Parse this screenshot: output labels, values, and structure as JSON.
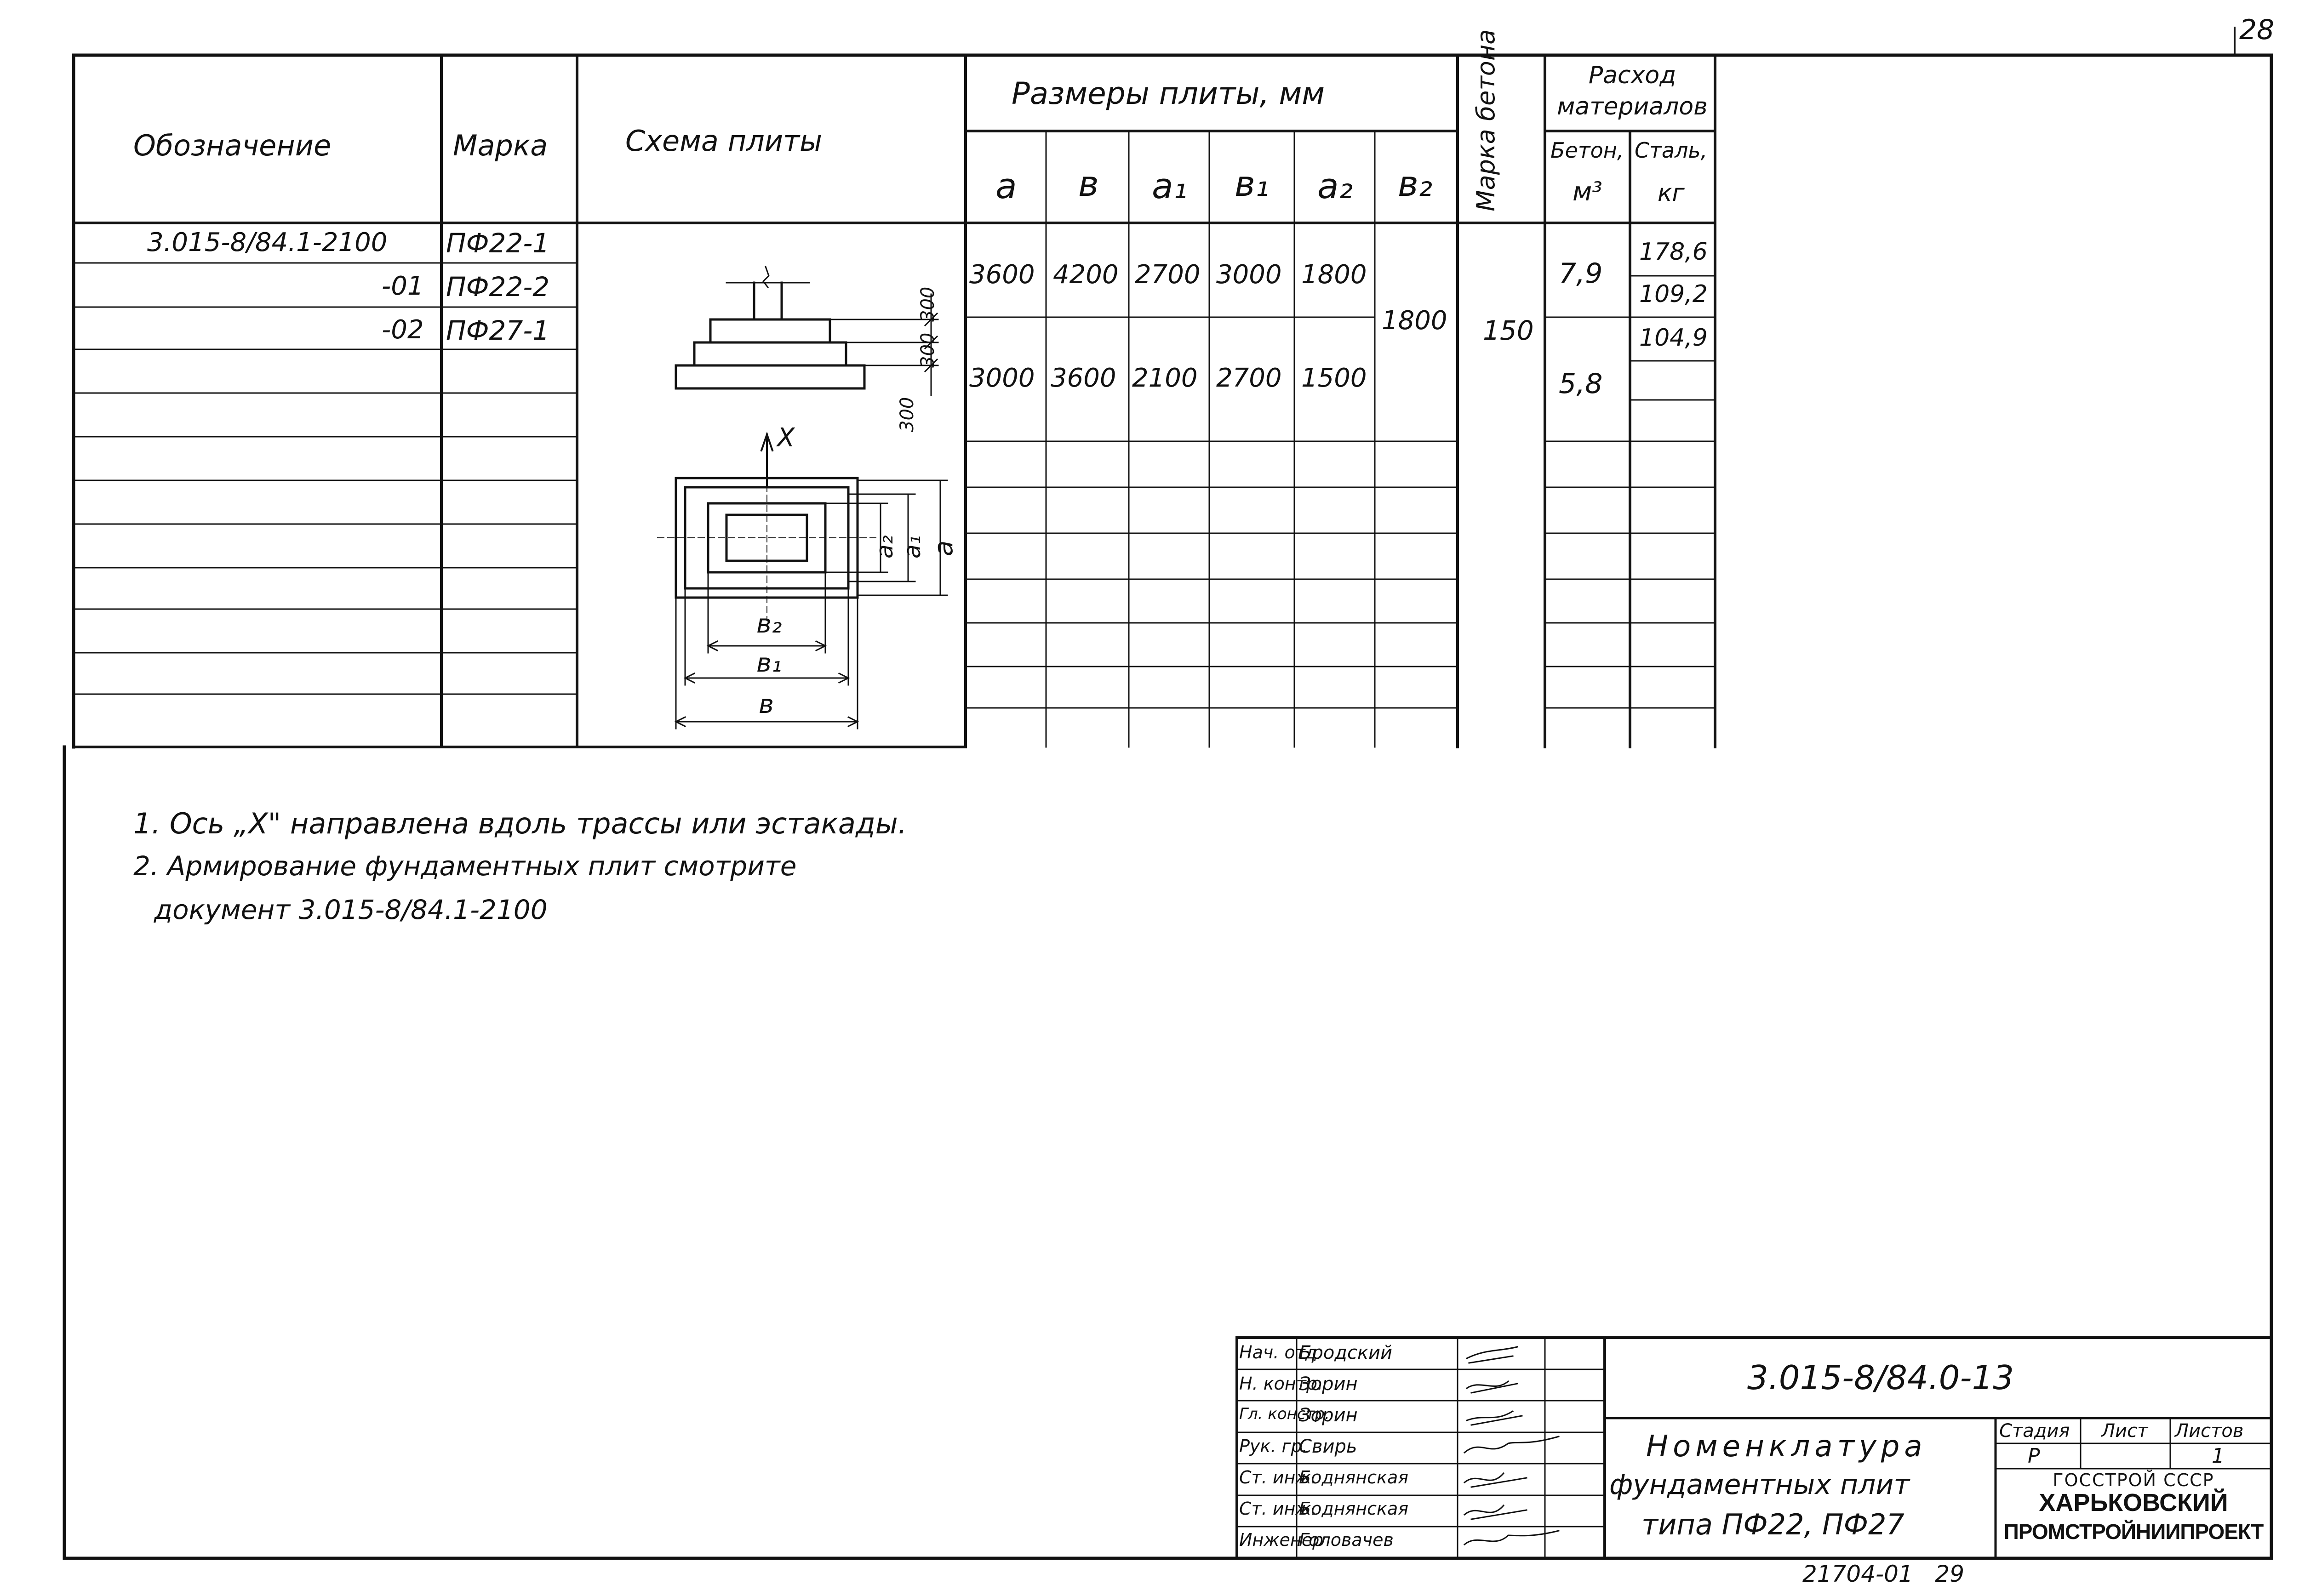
{
  "page_number": "28",
  "table": {
    "headers": {
      "designation": "Обозначение",
      "mark": "Марка",
      "scheme": "Схема плиты",
      "dims_group": "Размеры плиты, мм",
      "dims": [
        "a",
        "в",
        "a₁",
        "в₁",
        "a₂",
        "в₂"
      ],
      "concrete_grade": "Марка бетона",
      "materials_group": "Расход материалов",
      "concrete": "Бетон,",
      "concrete_unit": "м³",
      "steel": "Сталь,",
      "steel_unit": "кг"
    },
    "rows": [
      {
        "designation": "3.015-8/84.1-2100",
        "mark": "ПФ22-1"
      },
      {
        "designation": "-01",
        "mark": "ПФ22-2"
      },
      {
        "designation": "-02",
        "mark": "ПФ27-1"
      }
    ],
    "group1": {
      "a": "3600",
      "b": "4200",
      "a1": "2700",
      "b1": "3000",
      "a2": "1800"
    },
    "group2": {
      "a": "3000",
      "b": "3600",
      "a1": "2100",
      "b1": "2700",
      "a2": "1500"
    },
    "b2_shared": "1800",
    "grade_shared": "150",
    "concrete_g1": "7,9",
    "concrete_g2": "5,8",
    "steel": [
      "178,6",
      "109,2",
      "104,9"
    ]
  },
  "scheme": {
    "dim_300_a": "300",
    "dim_300_b": "300",
    "dim_300_c": "300",
    "axis_x": "X",
    "label_a2": "a₂",
    "label_a1": "a₁",
    "label_a": "a",
    "label_b2": "в₂",
    "label_b1": "в₁",
    "label_b": "в"
  },
  "notes": [
    "1. Ось „X\" направлена вдоль трассы или эстакады.",
    "2. Армирование фундаментных плит смотрите",
    "документ 3.015-8/84.1-2100"
  ],
  "title_block": {
    "roles": [
      "Нач. отд.",
      "Н. контр.",
      "Гл. констр.",
      "Рук. гр.",
      "Ст. инж.",
      "Ст. инж.",
      "Инженер"
    ],
    "names": [
      "Бродский",
      "Зорин",
      "Зорин",
      "Свирь",
      "Боднянская",
      "Боднянская",
      "Головачев"
    ],
    "doc_code": "3.015-8/84.0-13",
    "title_lines": [
      "Номенклатура",
      "фундаментных плит",
      "типа ПФ22, ПФ27"
    ],
    "stage_label": "Стадия",
    "sheet_label": "Лист",
    "sheets_label": "Листов",
    "stage": "Р",
    "sheets": "1",
    "org_line1": "ГОССТРОЙ СССР",
    "org_line2": "ХАРЬКОВСКИЙ",
    "org_line3": "ПРОМСТРОЙНИИПРОЕКТ"
  },
  "archive_number": "21704-01   29"
}
